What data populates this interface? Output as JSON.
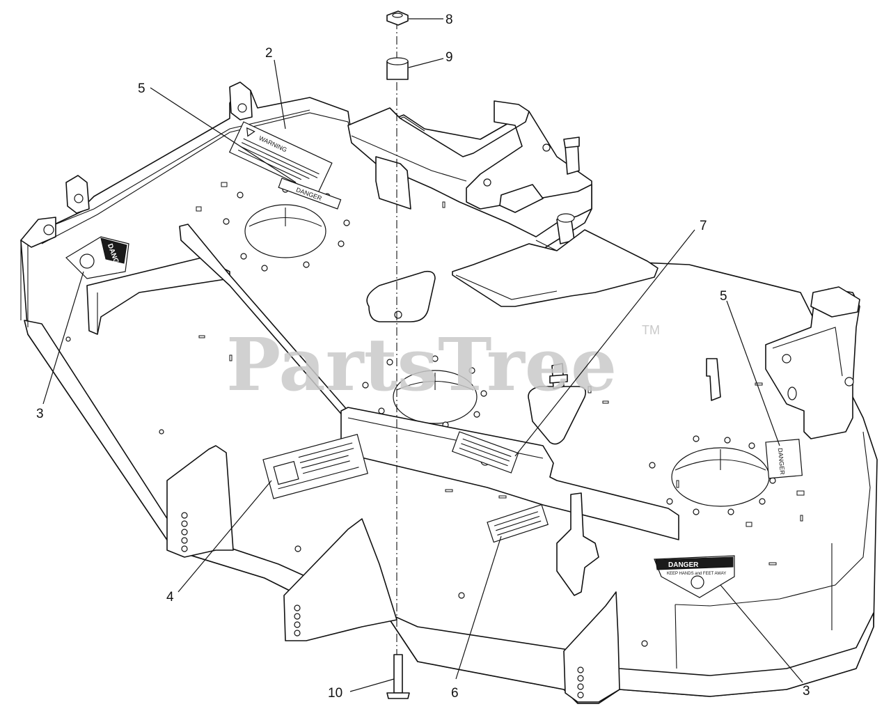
{
  "watermark": {
    "brand": "PartsTree",
    "trademark": "TM"
  },
  "callouts": [
    {
      "id": "c2",
      "label": "2"
    },
    {
      "id": "c3a",
      "label": "3"
    },
    {
      "id": "c3b",
      "label": "3"
    },
    {
      "id": "c4",
      "label": "4"
    },
    {
      "id": "c5a",
      "label": "5"
    },
    {
      "id": "c5b",
      "label": "5"
    },
    {
      "id": "c6",
      "label": "6"
    },
    {
      "id": "c7",
      "label": "7"
    },
    {
      "id": "c8",
      "label": "8"
    },
    {
      "id": "c9",
      "label": "9"
    },
    {
      "id": "c10",
      "label": "10"
    }
  ],
  "decals": {
    "warning": "WARNING",
    "danger": "DANGER",
    "danger_left": "DANGER",
    "danger_right": "DANGER",
    "danger_subtext": "KEEP HANDS and FEET AWAY"
  },
  "colors": {
    "line": "#111111",
    "watermark": "#c9c9c9",
    "background": "#ffffff"
  }
}
